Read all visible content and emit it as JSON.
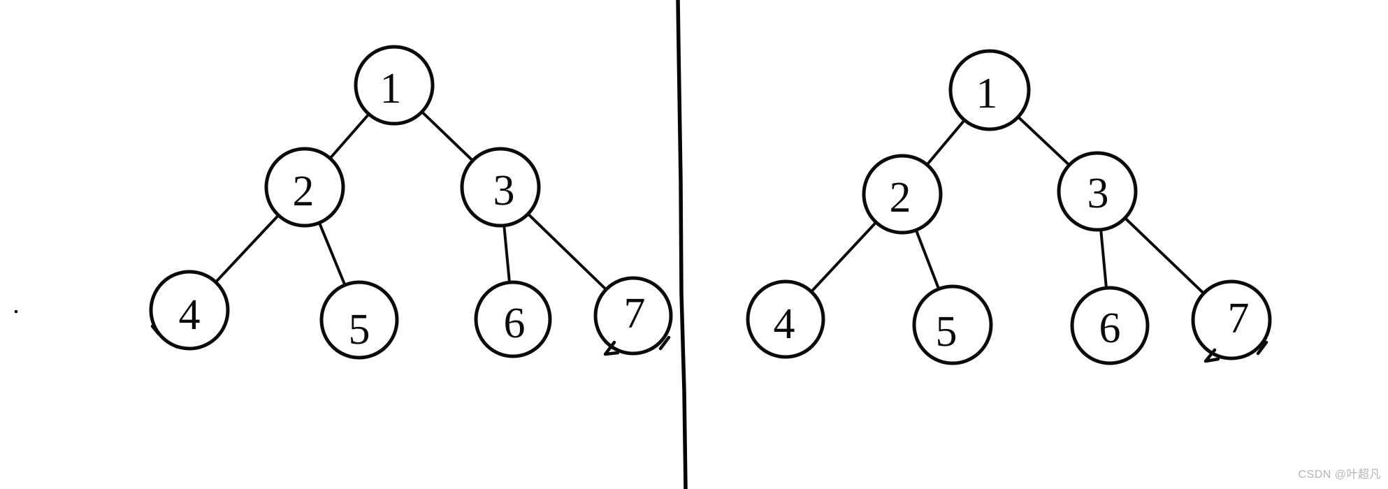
{
  "page": {
    "background_color": "#ffffff",
    "ink_color": "#0b0b0b",
    "description": "Two identical hand-drawn binary tree diagrams separated by a vertical divider line"
  },
  "watermark": {
    "text": "CSDN @叶超凡",
    "color": "#b5b5b5"
  },
  "diagram": {
    "type": "binary-tree-pair",
    "divider_present": true,
    "trees": [
      {
        "side": "left",
        "nodes": [
          {
            "id": "1",
            "label": "1",
            "left_child": "2",
            "right_child": "3"
          },
          {
            "id": "2",
            "label": "2",
            "left_child": "4",
            "right_child": "5"
          },
          {
            "id": "3",
            "label": "3",
            "left_child": "6",
            "right_child": "7"
          },
          {
            "id": "4",
            "label": "4",
            "left_child": null,
            "right_child": null
          },
          {
            "id": "5",
            "label": "5",
            "left_child": null,
            "right_child": null
          },
          {
            "id": "6",
            "label": "6",
            "left_child": null,
            "right_child": null
          },
          {
            "id": "7",
            "label": "7",
            "left_child": null,
            "right_child": null
          }
        ],
        "edges": [
          [
            "1",
            "2"
          ],
          [
            "1",
            "3"
          ],
          [
            "2",
            "4"
          ],
          [
            "2",
            "5"
          ],
          [
            "3",
            "6"
          ],
          [
            "3",
            "7"
          ]
        ]
      },
      {
        "side": "right",
        "nodes": [
          {
            "id": "1",
            "label": "1",
            "left_child": "2",
            "right_child": "3"
          },
          {
            "id": "2",
            "label": "2",
            "left_child": "4",
            "right_child": "5"
          },
          {
            "id": "3",
            "label": "3",
            "left_child": "6",
            "right_child": "7"
          },
          {
            "id": "4",
            "label": "4",
            "left_child": null,
            "right_child": null
          },
          {
            "id": "5",
            "label": "5",
            "left_child": null,
            "right_child": null
          },
          {
            "id": "6",
            "label": "6",
            "left_child": null,
            "right_child": null
          },
          {
            "id": "7",
            "label": "7",
            "left_child": null,
            "right_child": null
          }
        ],
        "edges": [
          [
            "1",
            "2"
          ],
          [
            "1",
            "3"
          ],
          [
            "2",
            "4"
          ],
          [
            "2",
            "5"
          ],
          [
            "3",
            "6"
          ],
          [
            "3",
            "7"
          ]
        ]
      }
    ]
  }
}
